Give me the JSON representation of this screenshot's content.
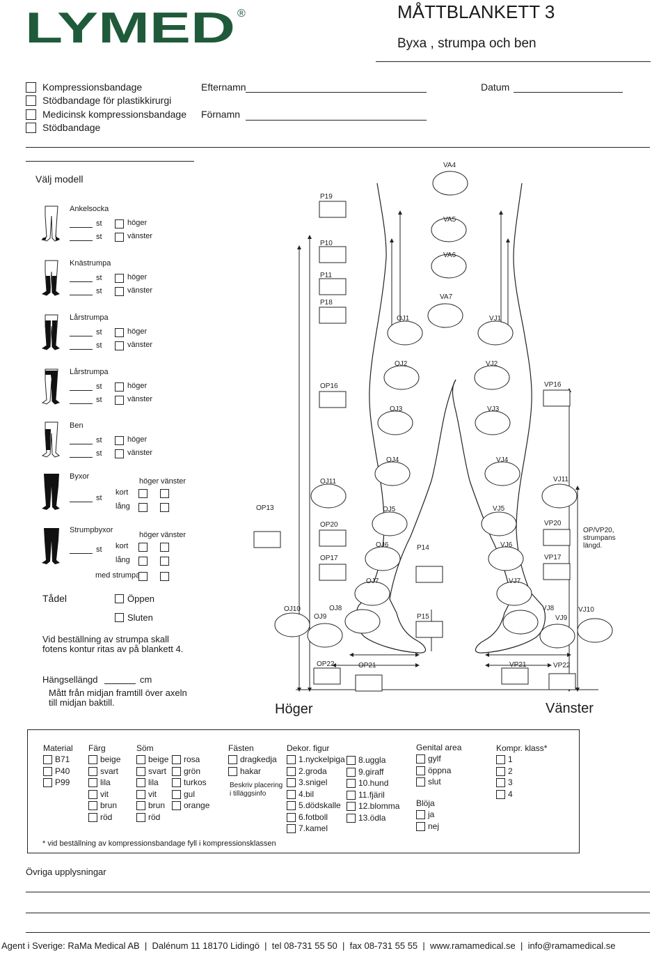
{
  "logo": {
    "text": "LYMED",
    "reg": "®"
  },
  "header": {
    "title": "MÅTTBLANKETT 3",
    "subtitle": "Byxa , strumpa och ben"
  },
  "types": [
    "Kompressionsbandage",
    "Stödbandage för plastikkirurgi",
    "Medicinsk kompressionsbandage",
    "Stödbandage"
  ],
  "fields": {
    "efternamn": "Efternamn",
    "fornamn": "Förnamn",
    "datum": "Datum"
  },
  "model": {
    "title": "Välj modell",
    "st": "st",
    "hoger": "höger",
    "vanster": "vänster",
    "kort": "kort",
    "lang": "lång",
    "med_strumpa": "med strumpa",
    "items": [
      "Ankelsocka",
      "Knästrumpa",
      "Lårstrumpa",
      "Lårstrumpa",
      "Ben",
      "Byxor",
      "Strumpbyxor"
    ]
  },
  "tadel": {
    "label": "Tådel",
    "oppen": "Öppen",
    "sluten": "Sluten"
  },
  "notes": {
    "strumpa": "Vid beställning av strumpa skall fotens kontur ritas av på blankett 4.",
    "hangsel_label": "Hängsellängd",
    "hangsel_unit": "cm",
    "hangsel_note": "Mått från midjan framtill över axeln till midjan baktill."
  },
  "diagram": {
    "labels": [
      "VA4",
      "P19",
      "VA5",
      "P10",
      "VA6",
      "P11",
      "VA7",
      "P18",
      "OJ1",
      "VJ1",
      "OJ2",
      "VJ2",
      "OP16",
      "VP16",
      "OJ3",
      "VJ3",
      "OJ4",
      "VJ4",
      "OJ11",
      "VJ11",
      "OP13",
      "OJ5",
      "VJ5",
      "OP20",
      "VP20",
      "OJ6",
      "P14",
      "VJ6",
      "OP17",
      "VP17",
      "OJ7",
      "VJ7",
      "OJ10",
      "OJ8",
      "OJ9",
      "P15",
      "VJ8",
      "VJ9",
      "VJ10",
      "OP22",
      "OP21",
      "VP21",
      "VP22"
    ],
    "side_note": "OP/VP20, strumpans längd.",
    "right": "Höger",
    "left": "Vänster"
  },
  "options": {
    "material": {
      "title": "Material",
      "items": [
        "B71",
        "P40",
        "P99"
      ]
    },
    "farg": {
      "title": "Färg",
      "items": [
        "beige",
        "svart",
        "lila",
        "vit",
        "brun",
        "röd"
      ]
    },
    "som": {
      "title": "Söm",
      "col1": [
        "beige",
        "svart",
        "lila",
        "vit",
        "brun",
        "röd"
      ],
      "col2": [
        "rosa",
        "grön",
        "turkos",
        "gul",
        "orange"
      ]
    },
    "fasten": {
      "title": "Fästen",
      "items": [
        "dragkedja",
        "hakar"
      ],
      "note": "Beskriv placering i tilläggsinfo"
    },
    "dekor": {
      "title": "Dekor. figur",
      "col1": [
        "1.nyckelpiga",
        "2.groda",
        "3.snigel",
        "4.bil",
        "5.dödskalle",
        "6.fotboll",
        "7.kamel"
      ],
      "col2": [
        "8.uggla",
        "9.giraff",
        "10.hund",
        "11.fjäril",
        "12.blomma",
        "13.ödla"
      ]
    },
    "genital": {
      "title": "Genital area",
      "items": [
        "gylf",
        "öppna",
        "slut"
      ]
    },
    "bloja": {
      "title": "Blöja",
      "items": [
        "ja",
        "nej"
      ]
    },
    "kompr": {
      "title": "Kompr. klass*",
      "items": [
        "1",
        "2",
        "3",
        "4"
      ]
    },
    "footnote": "* vid beställning av kompressionsbandage fyll i kompressionsklassen"
  },
  "ovriga": "Övriga upplysningar",
  "footer": "Agent i Sverige: RaMa Medical AB  |  Dalénum 11 18170 Lidingö  |  tel 08-731 55 50  |  fax 08-731 55 55  |  www.ramamedical.se  |  info@ramamedical.se",
  "colors": {
    "brand": "#1f5a3a",
    "ink": "#1a1a1a"
  }
}
